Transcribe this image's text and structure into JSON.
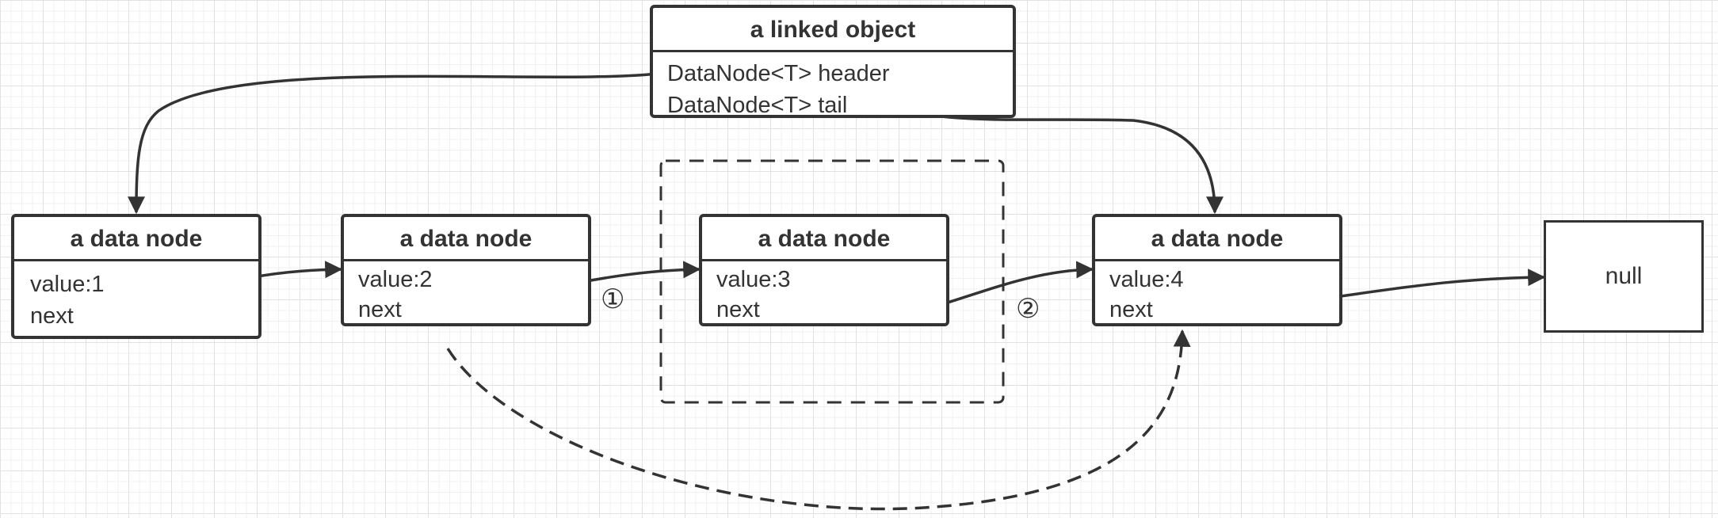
{
  "linked_object": {
    "title": "a linked object",
    "field_header": "DataNode<T> header",
    "field_tail": "DataNode<T> tail"
  },
  "nodes": [
    {
      "title": "a data node",
      "value": "value:1",
      "next": "next"
    },
    {
      "title": "a data node",
      "value": "value:2",
      "next": "next"
    },
    {
      "title": "a data node",
      "value": "value:3",
      "next": "next"
    },
    {
      "title": "a data node",
      "value": "value:4",
      "next": "next"
    }
  ],
  "null_label": "null",
  "steps": [
    "①",
    "②"
  ]
}
